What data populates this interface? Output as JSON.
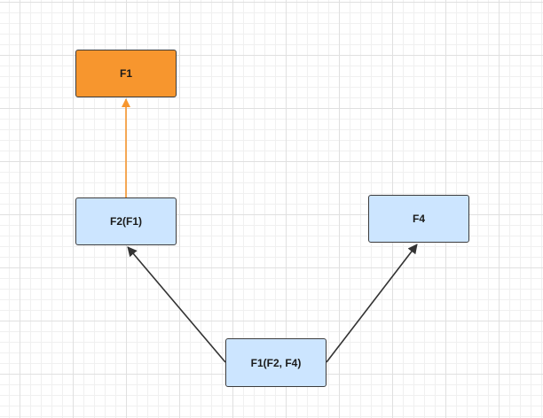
{
  "diagram": {
    "nodes": [
      {
        "id": "f1",
        "label": "F1"
      },
      {
        "id": "f2",
        "label": "F2(F1)"
      },
      {
        "id": "f4",
        "label": "F4"
      },
      {
        "id": "f1f2f4",
        "label": "F1(F2, F4)"
      }
    ],
    "edges": [
      {
        "from": "f2",
        "to": "f1",
        "color": "#f7962e"
      },
      {
        "from": "f1f2f4",
        "to": "f2",
        "color": "#333333"
      },
      {
        "from": "f1f2f4",
        "to": "f4",
        "color": "#333333"
      }
    ],
    "colors": {
      "highlight_fill": "#f7962e",
      "node_fill": "#cce5ff",
      "border": "#3c3c3c"
    }
  }
}
